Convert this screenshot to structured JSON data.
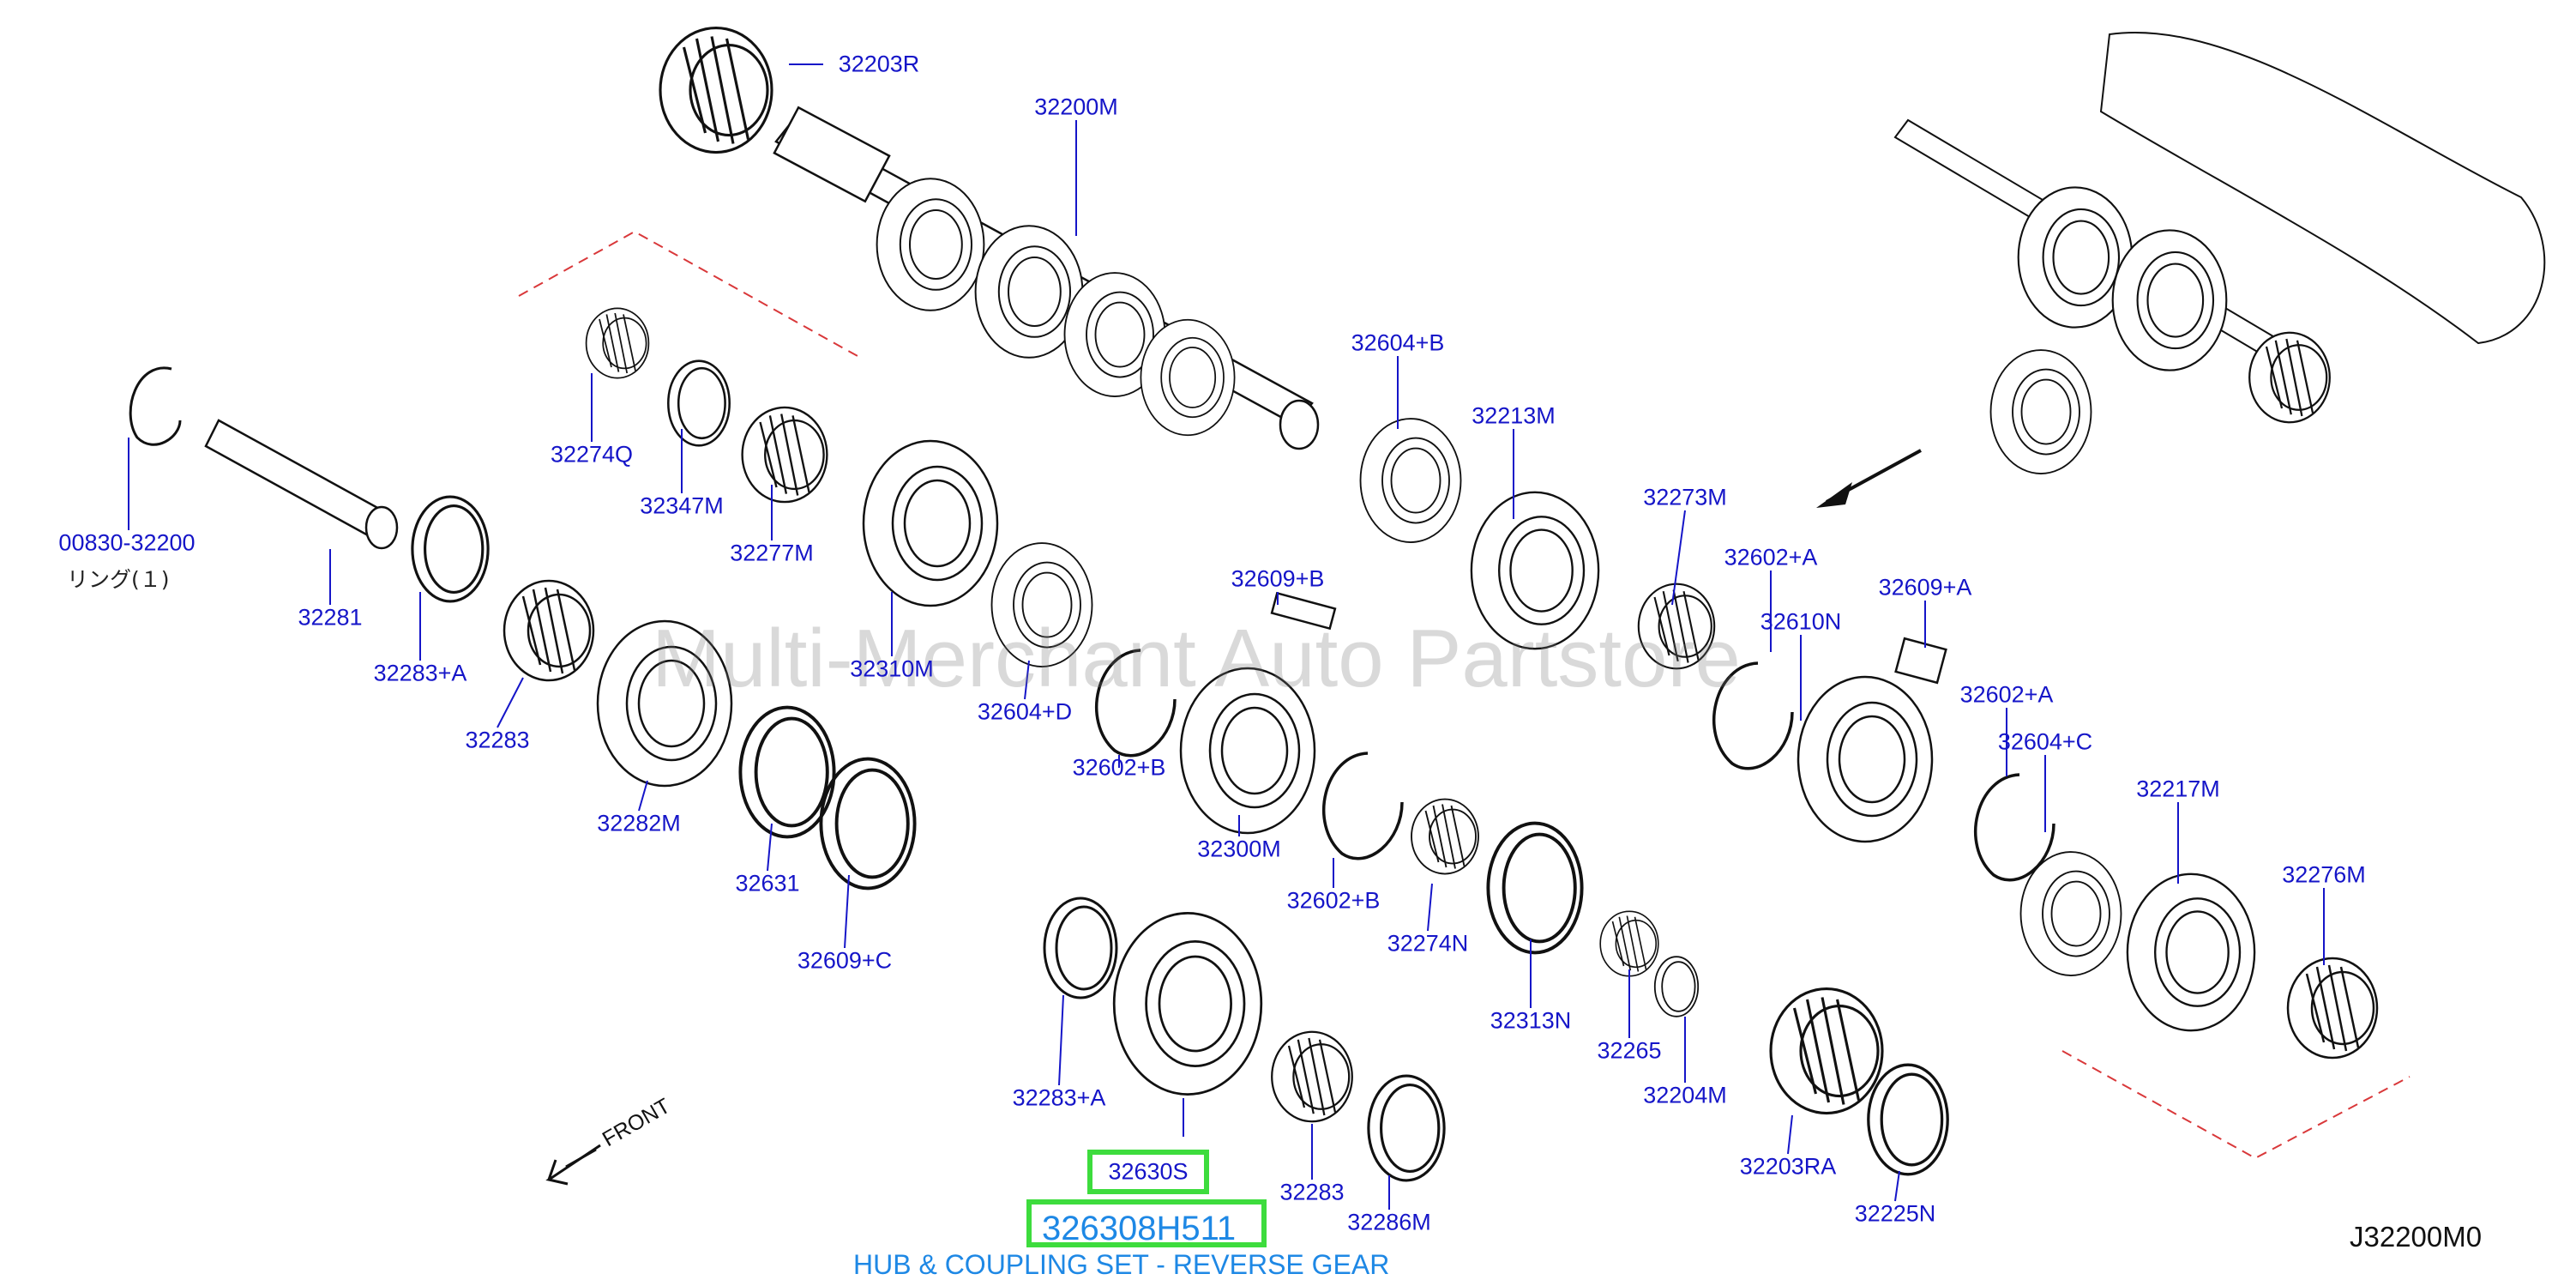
{
  "diagram": {
    "figure_code": "J32200M0",
    "watermark": "Multi-Merchant Auto Partstore",
    "front_label": "FRONT",
    "selected_part": {
      "code": "32630S",
      "part_number": "326308H511",
      "description": "HUB & COUPLING SET - REVERSE GEAR"
    },
    "ring_note": "リング(１)",
    "part_labels": [
      {
        "id": "32203R",
        "text": "32203R"
      },
      {
        "id": "32200M",
        "text": "32200M"
      },
      {
        "id": "32604B",
        "text": "32604+B"
      },
      {
        "id": "32213M",
        "text": "32213M"
      },
      {
        "id": "32273M",
        "text": "32273M"
      },
      {
        "id": "32602A1",
        "text": "32602+A"
      },
      {
        "id": "32609A",
        "text": "32609+A"
      },
      {
        "id": "32610N",
        "text": "32610N"
      },
      {
        "id": "32602A2",
        "text": "32602+A"
      },
      {
        "id": "32604C",
        "text": "32604+C"
      },
      {
        "id": "32217M",
        "text": "32217M"
      },
      {
        "id": "32276M",
        "text": "32276M"
      },
      {
        "id": "32274Q",
        "text": "32274Q"
      },
      {
        "id": "32347M",
        "text": "32347M"
      },
      {
        "id": "32277M",
        "text": "32277M"
      },
      {
        "id": "00830",
        "text": "00830-32200"
      },
      {
        "id": "32281",
        "text": "32281"
      },
      {
        "id": "32283A1",
        "text": "32283+A"
      },
      {
        "id": "32283_1",
        "text": "32283"
      },
      {
        "id": "32310M",
        "text": "32310M"
      },
      {
        "id": "32604D",
        "text": "32604+D"
      },
      {
        "id": "32609B",
        "text": "32609+B"
      },
      {
        "id": "32602B1",
        "text": "32602+B"
      },
      {
        "id": "32282M",
        "text": "32282M"
      },
      {
        "id": "32300M",
        "text": "32300M"
      },
      {
        "id": "32631",
        "text": "32631"
      },
      {
        "id": "32609C",
        "text": "32609+C"
      },
      {
        "id": "32602B2",
        "text": "32602+B"
      },
      {
        "id": "32274N",
        "text": "32274N"
      },
      {
        "id": "32313N",
        "text": "32313N"
      },
      {
        "id": "32265",
        "text": "32265"
      },
      {
        "id": "32204M",
        "text": "32204M"
      },
      {
        "id": "32203RA",
        "text": "32203RA"
      },
      {
        "id": "32225N",
        "text": "32225N"
      },
      {
        "id": "32283A2",
        "text": "32283+A"
      },
      {
        "id": "32283_2",
        "text": "32283"
      },
      {
        "id": "32286M",
        "text": "32286M"
      }
    ]
  }
}
